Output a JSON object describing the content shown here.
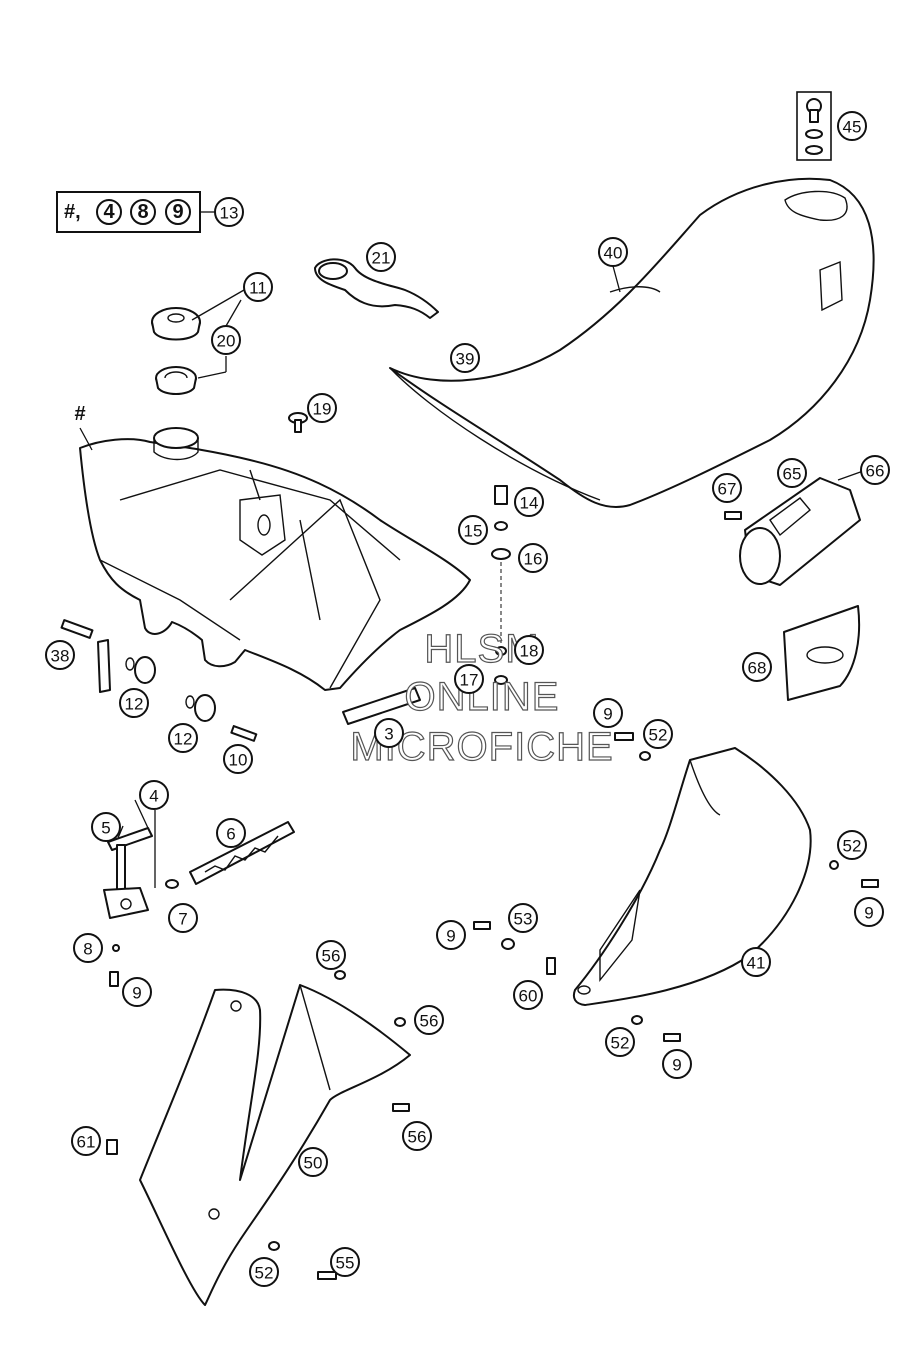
{
  "kit": {
    "prefix": "#,",
    "items": [
      "4",
      "8",
      "9"
    ],
    "ref": "13"
  },
  "tank_marker": "#",
  "callouts": [
    "45",
    "13",
    "21",
    "40",
    "11",
    "20",
    "39",
    "19",
    "14",
    "15",
    "16",
    "65",
    "66",
    "67",
    "38",
    "18",
    "17",
    "68",
    "12",
    "12",
    "3",
    "10",
    "9",
    "52",
    "4",
    "5",
    "6",
    "7",
    "52",
    "9",
    "8",
    "9",
    "53",
    "9",
    "60",
    "41",
    "56",
    "56",
    "52",
    "9",
    "61",
    "56",
    "50",
    "52",
    "55"
  ],
  "watermark": {
    "line1": "HLSM",
    "line2": "ONLINE",
    "line3": "MICROFICHE"
  },
  "colors": {
    "ink": "#111111",
    "paper": "#ffffff",
    "watermark_stroke": "#555555"
  }
}
